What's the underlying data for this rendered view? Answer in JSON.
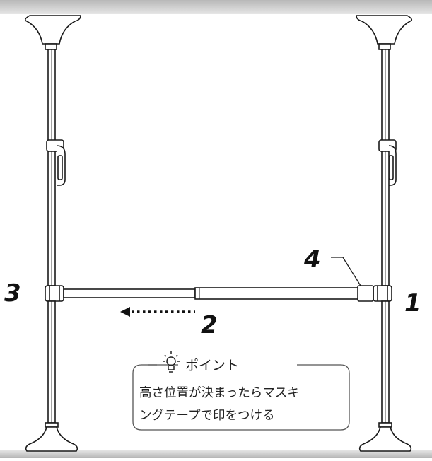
{
  "steps": {
    "one": "1",
    "two": "2",
    "three": "3",
    "four": "4"
  },
  "tip": {
    "title": "ポイント",
    "line1": "高さ位置が決まったらマスキ",
    "line2": "ングテープで印をつける"
  },
  "colors": {
    "outline": "#1a1a1a",
    "ceiling_band": "#c4c4c4",
    "floor_band": "#bdbdbd",
    "arrow": "#111111"
  }
}
